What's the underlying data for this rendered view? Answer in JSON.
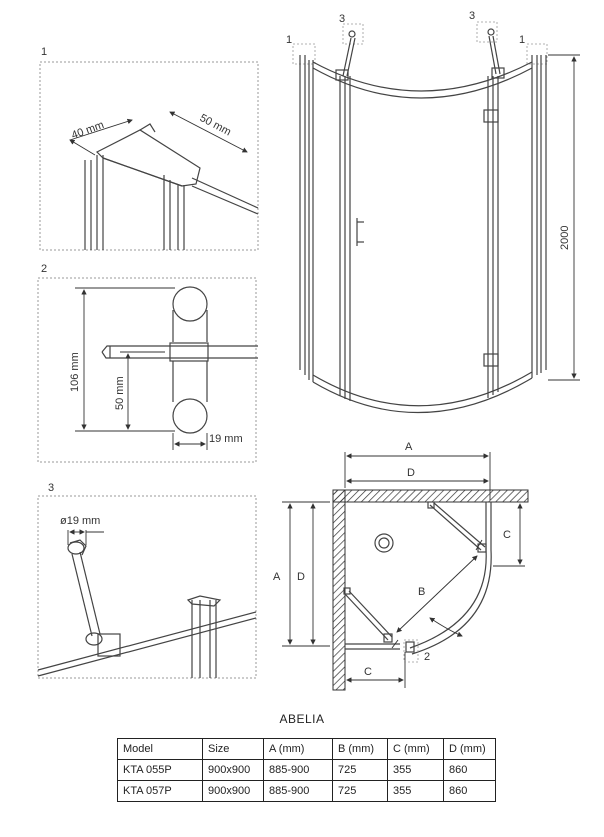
{
  "panels": {
    "p1": {
      "number": "1",
      "dim_a": "40 mm",
      "dim_b": "50 mm"
    },
    "p2": {
      "number": "2",
      "dim_height": "106 mm",
      "dim_mid": "50 mm",
      "dim_width": "19 mm"
    },
    "p3": {
      "number": "3",
      "dim_dia": "ø19 mm"
    }
  },
  "main_view": {
    "callout_1": "1",
    "callout_3": "3",
    "height_label": "2000"
  },
  "plan_view": {
    "label_A": "A",
    "label_B": "B",
    "label_C": "C",
    "label_D": "D",
    "callout_2": "2"
  },
  "spec_table": {
    "title": "ABELIA",
    "headers": [
      "Model",
      "Size",
      "A (mm)",
      "B (mm)",
      "C (mm)",
      "D (mm)"
    ],
    "rows": [
      [
        "KTA 055P",
        "900x900",
        "885-900",
        "725",
        "355",
        "860"
      ],
      [
        "KTA 057P",
        "900x900",
        "885-900",
        "725",
        "355",
        "860"
      ]
    ]
  },
  "colors": {
    "line": "#444444",
    "dash": "#888888",
    "hatch": "#333333"
  }
}
